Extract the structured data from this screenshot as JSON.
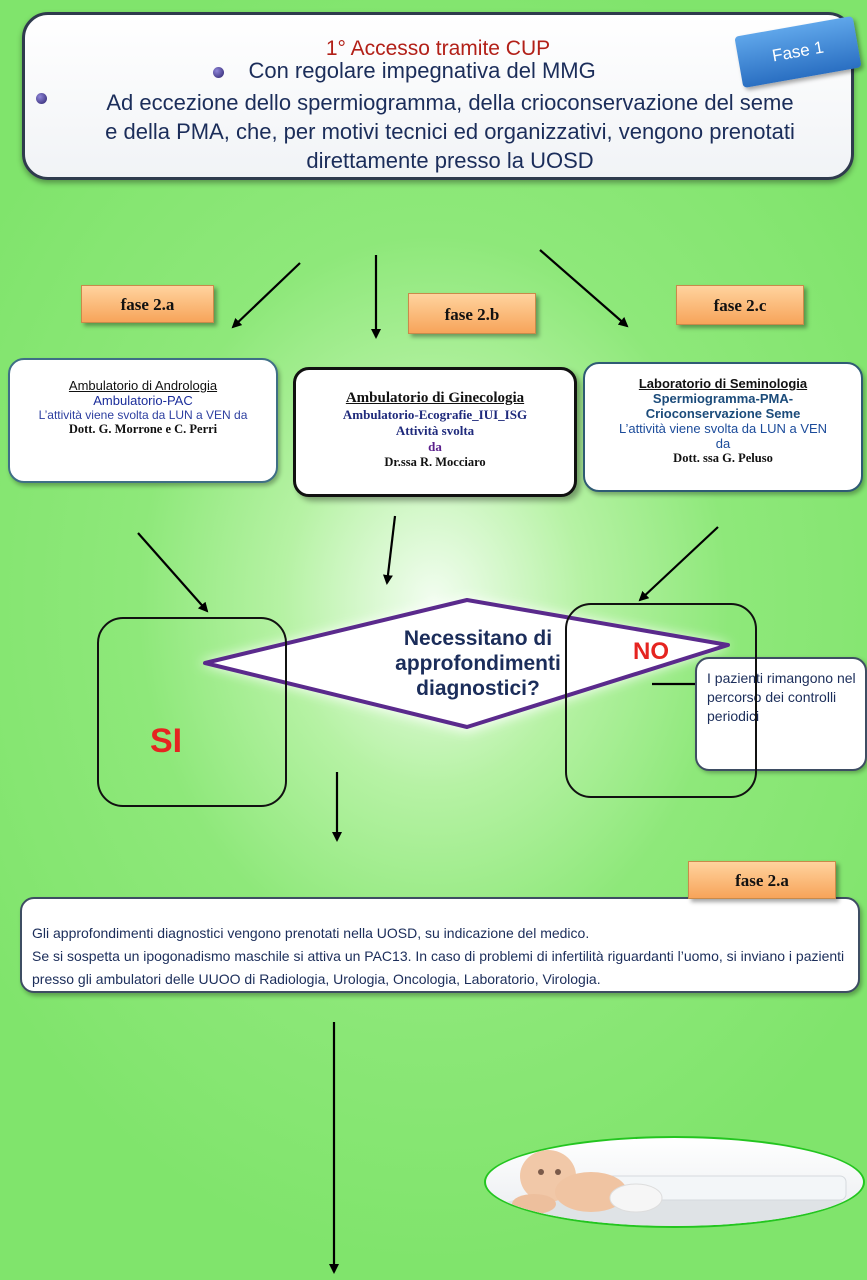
{
  "top": {
    "title": "1° Accesso tramite CUP",
    "bullet1": "Con regolare impegnativa del MMG",
    "bullet2": "Ad eccezione dello spermiogramma, della crioconservazione del seme e della PMA, che, per motivi tecnici ed organizzativi, vengono prenotati direttamente presso la UOSD",
    "phase_tab": "Fase 1"
  },
  "phases": {
    "a": "fase 2.a",
    "b": "fase 2.b",
    "c": "fase 2.c",
    "bottom": "fase 2.a"
  },
  "ambulatorio_a": {
    "title": "Ambulatorio di Andrologia",
    "subtitle": "Ambulatorio-PAC",
    "activity": "L’attività viene svolta da LUN a VEN da",
    "doctors": "Dott. G. Morrone e C. Perri"
  },
  "ambulatorio_b": {
    "title": "Ambulatorio di Ginecologia",
    "subtitle": "Ambulatorio-Ecografie_IUI_ISG",
    "line3": "Attività svolta",
    "line4": "da",
    "doctor": "Dr.ssa R. Mocciaro"
  },
  "ambulatorio_c": {
    "title": "Laboratorio di Seminologia",
    "subtitle1": "Spermiogramma-PMA-",
    "subtitle2": "Crioconservazione Seme",
    "activity1": "L’attività viene svolta da LUN a VEN",
    "activity2": "da",
    "doctor": "Dott. ssa G. Peluso"
  },
  "decision": {
    "question": "Necessitano di approfondimenti diagnostici?",
    "yes": "SI",
    "no": "NO",
    "no_outcome": "I pazienti rimangono nel percorso dei controlli periodici"
  },
  "bottom_box": {
    "line1": "Gli approfondimenti diagnostici vengono prenotati nella UOSD, su indicazione del medico.",
    "line2": "Se si sospetta un ipogonadismo maschile si attiva un PAC13. In caso di problemi di infertilità riguardanti l’uomo, si inviano i pazienti presso gli ambulatori  delle UUOO di Radiologia, Urologia, Oncologia, Laboratorio, Virologia."
  },
  "colors": {
    "title_red": "#b22018",
    "navy": "#1b2d5a",
    "phase_orange": "#f7a45a",
    "decision_purple": "#5a2a8c",
    "si_no_red": "#e52420",
    "baby_ring": "#23c51f"
  },
  "icons": [
    "baby-image"
  ]
}
